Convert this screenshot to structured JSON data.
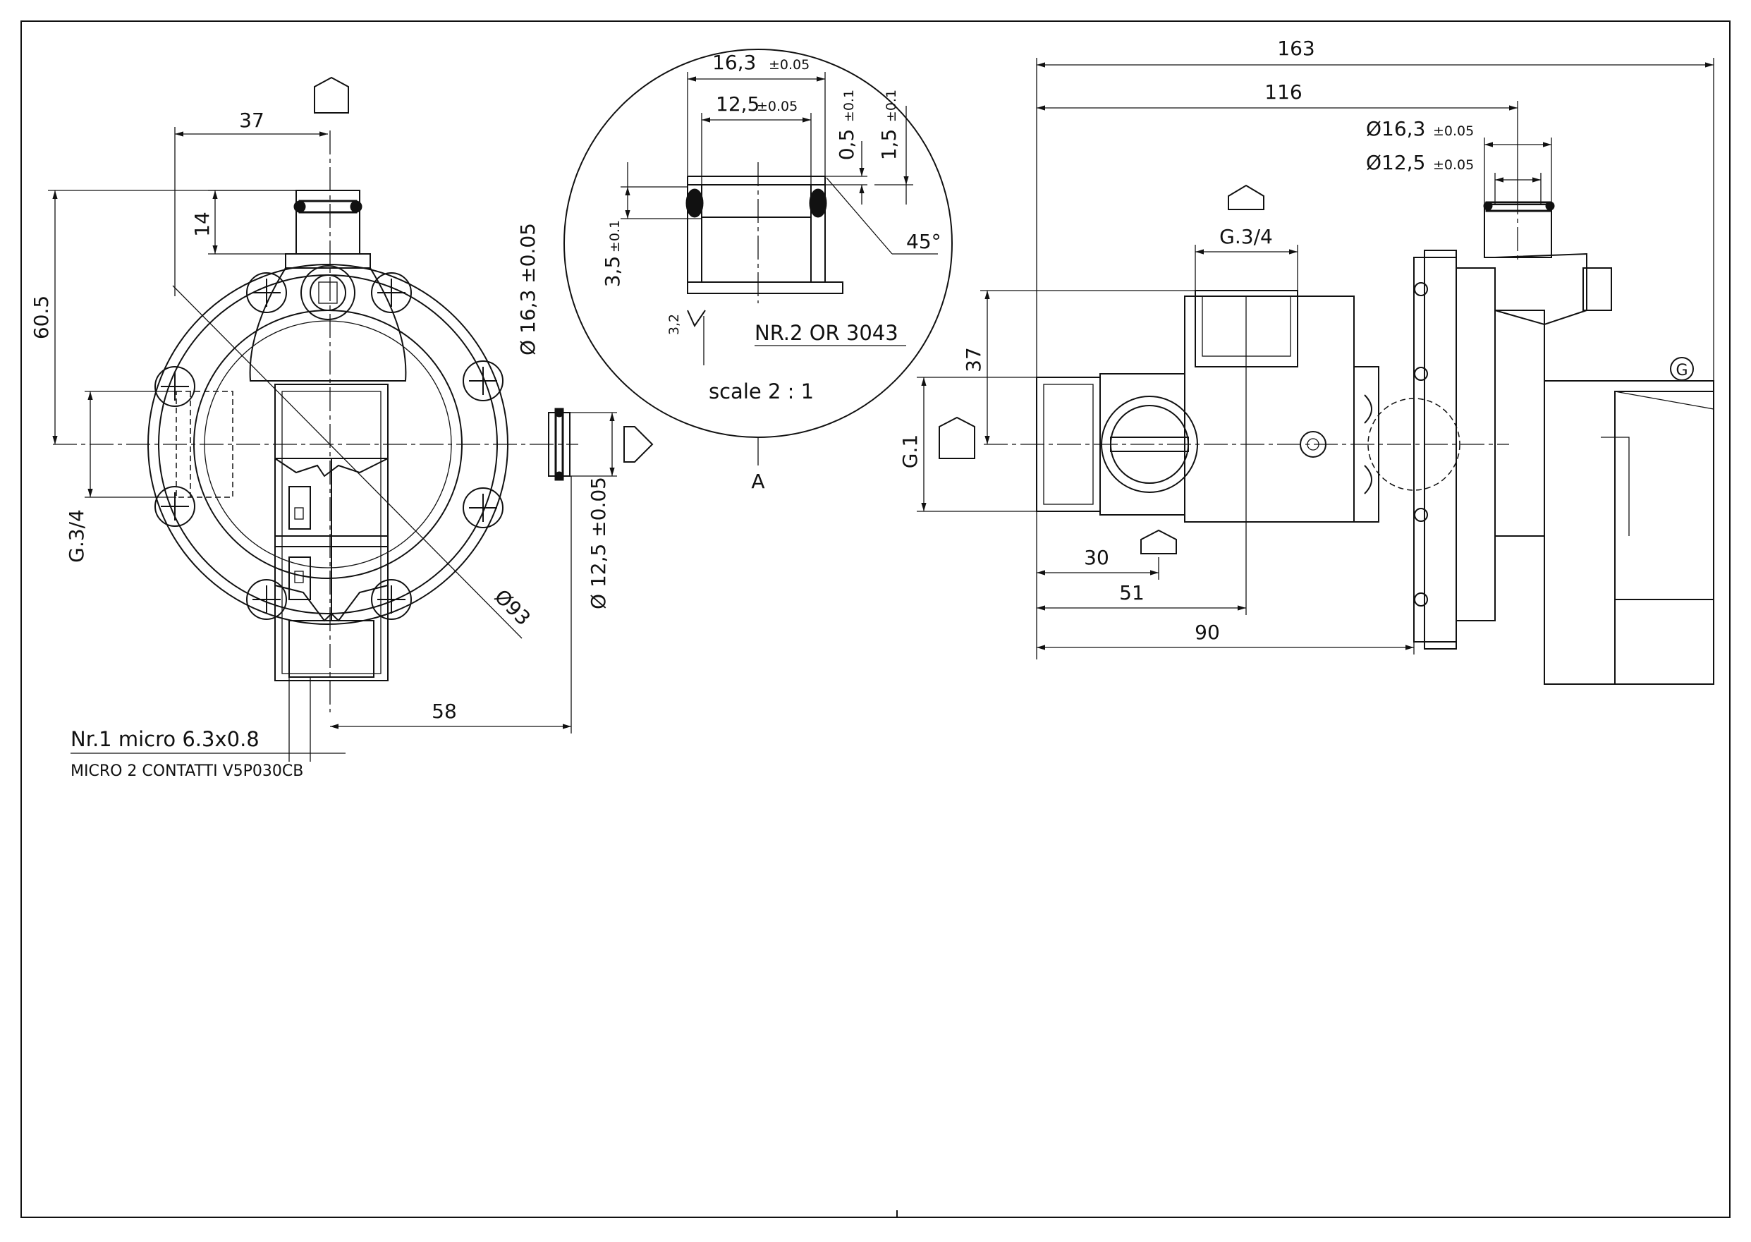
{
  "front_view": {
    "dim_37_top": "37",
    "dim_14": "14",
    "dim_60_5": "60.5",
    "dim_g3_4": "G.3/4",
    "dim_dia_16_3": "Ø 16,3 ±0.05",
    "dim_dia_12_5": "Ø 12,5 ±0.05",
    "dim_dia_93": "Ø93",
    "dim_58": "58",
    "note_micro": "Nr.1 micro  6.3x0.8",
    "note_contacts": "MICRO 2 CONTATTI V5P030CB"
  },
  "detail_a": {
    "dim_16_3": "16,3",
    "tol_16_3": "±0.05",
    "dim_12_5": "12,5",
    "tol_12_5": "±0.05",
    "dim_0_5": "0,5",
    "tol_0_5": "±0.1",
    "dim_1_5": "1,5",
    "tol_1_5": "±0.1",
    "dim_3_5": "3,5",
    "tol_3_5": "±0.1",
    "angle_45": "45°",
    "roughness": "3,2",
    "oring_note": "NR.2  OR  3043",
    "scale_note": "scale  2 : 1",
    "detail_label": "A"
  },
  "side_view": {
    "dim_163": "163",
    "dim_116": "116",
    "dim_dia_16_3": "Ø16,3",
    "tol_dia_16_3": "±0.05",
    "dim_dia_12_5": "Ø12,5",
    "tol_dia_12_5": "±0.05",
    "dim_g3_4": "G.3/4",
    "dim_37": "37",
    "dim_g1": "G.1",
    "dim_30": "30",
    "dim_51": "51",
    "dim_90": "90",
    "ground_symbol": "G"
  }
}
